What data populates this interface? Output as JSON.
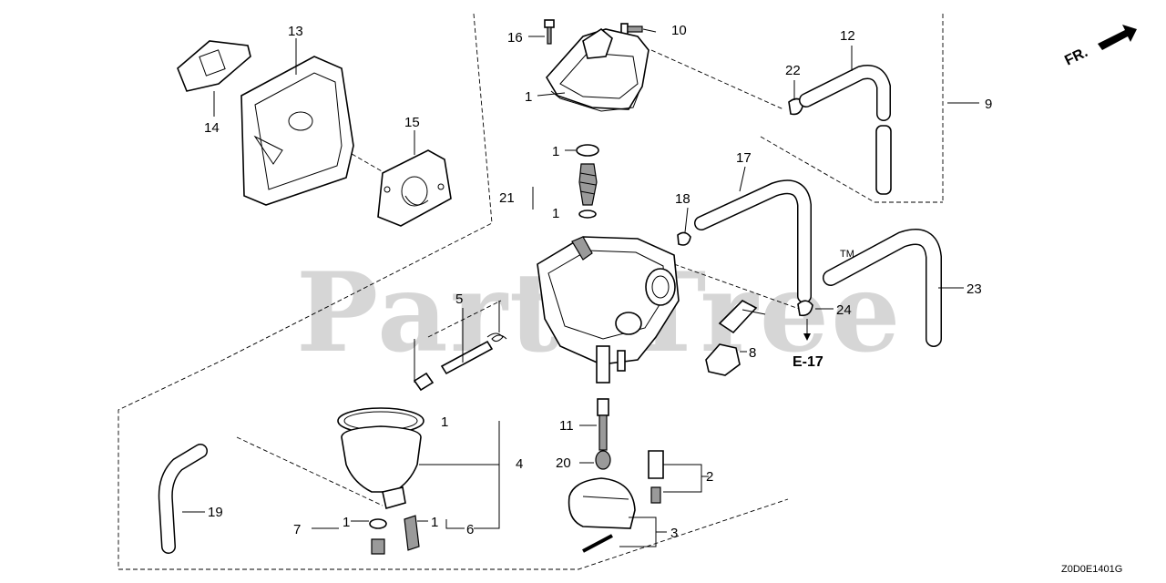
{
  "watermark": {
    "text": "PartsTree",
    "trademark": "TM"
  },
  "direction_marker": {
    "label": "FR."
  },
  "reference": {
    "label": "E-17"
  },
  "drawing_code": "Z0D0E1401G",
  "callouts": {
    "c1a": "1",
    "c1b": "1",
    "c1c": "1",
    "c1d": "1",
    "c1e": "1",
    "c1f": "1",
    "c2": "2",
    "c3": "3",
    "c4": "4",
    "c5": "5",
    "c6": "6",
    "c7": "7",
    "c8": "8",
    "c9": "9",
    "c10": "10",
    "c11": "11",
    "c12": "12",
    "c13": "13",
    "c14": "14",
    "c15": "15",
    "c16": "16",
    "c17": "17",
    "c18": "18",
    "c19": "19",
    "c20": "20",
    "c21": "21",
    "c22": "22",
    "c23": "23",
    "c24": "24"
  }
}
